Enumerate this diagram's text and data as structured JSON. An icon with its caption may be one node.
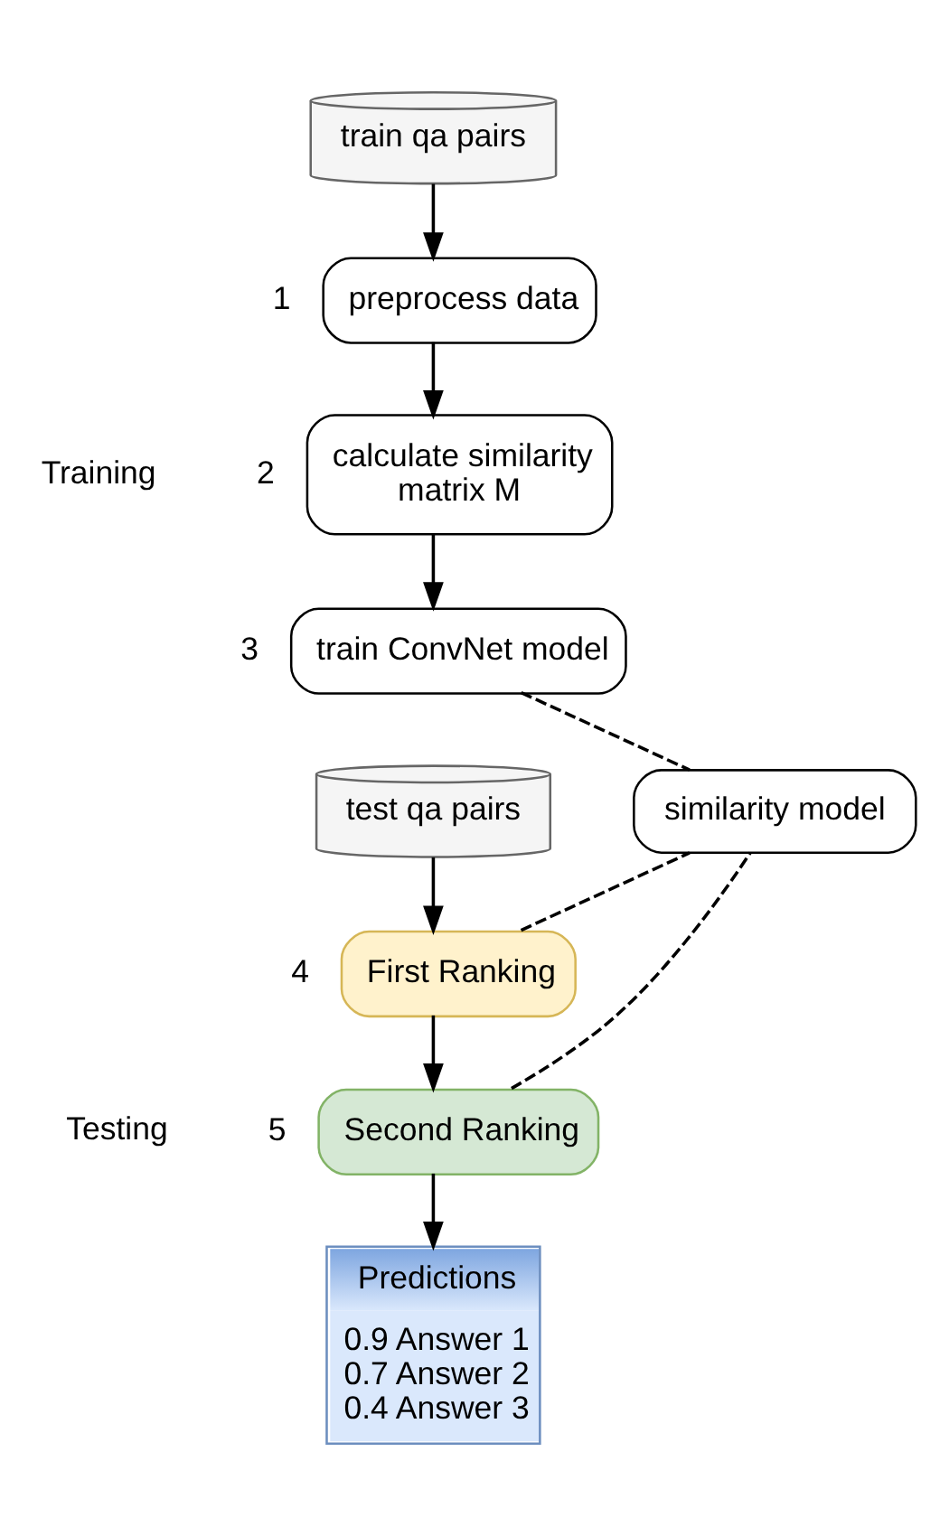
{
  "diagram": {
    "nodes": [
      {
        "text": [
          "train qa pairs"
        ]
      },
      {
        "text": [
          "preprocess data"
        ],
        "beside": [
          "1"
        ]
      },
      {
        "text": [
          "calculate similarity matrix M"
        ],
        "beside": [
          "2"
        ]
      },
      {
        "text": [
          "train ConvNet model"
        ],
        "beside": [
          "3"
        ]
      },
      {
        "text": [
          "similarity model"
        ]
      },
      {
        "text": [
          "test qa pairs"
        ]
      },
      {
        "text": [
          "First Ranking"
        ],
        "beside": [
          "4"
        ]
      },
      {
        "text": [
          "Second Ranking"
        ],
        "beside": [
          "5"
        ]
      },
      {
        "text": [
          "Predictions",
          "0.9 Answer 1",
          "0.7 Answer 2",
          "0.4 Answer 3"
        ]
      }
    ],
    "edges": [
      {
        "from": 0,
        "to": 1,
        "arrow": "to"
      },
      {
        "from": 1,
        "to": 2,
        "arrow": "to"
      },
      {
        "from": 2,
        "to": 3,
        "arrow": "to"
      },
      {
        "from": 3,
        "to": 4,
        "arrow": "none",
        "style": "dashed"
      },
      {
        "from": 5,
        "to": 6,
        "arrow": "to"
      },
      {
        "from": 6,
        "to": 7,
        "arrow": "to"
      },
      {
        "from": 7,
        "to": 8,
        "arrow": "to"
      },
      {
        "from": 6,
        "to": 4,
        "arrow": "none",
        "style": "dashed"
      },
      {
        "from": 7,
        "to": 4,
        "arrow": "none",
        "style": "dashed"
      }
    ],
    "labels": [
      "Training",
      "Testing"
    ]
  }
}
